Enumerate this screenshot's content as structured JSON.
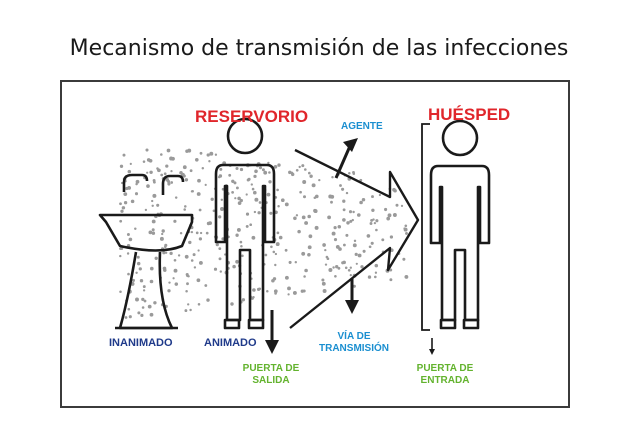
{
  "title": "Mecanismo de transmisión de las infecciones",
  "labels": {
    "reservorio": "RESERVORIO",
    "huesped": "HUÉSPED",
    "agente": "AGENTE",
    "inanimado": "INANIMADO",
    "animado": "ANIMADO",
    "via_line1": "VÍA DE",
    "via_line2": "TRANSMISIÓN",
    "salida_line1": "PUERTA DE",
    "salida_line2": "SALIDA",
    "entrada_line1": "PUERTA DE",
    "entrada_line2": "ENTRADA"
  },
  "colors": {
    "red": "#e0262b",
    "blue": "#1b8fd0",
    "green": "#63b32e",
    "navy": "#1f3a8a"
  }
}
